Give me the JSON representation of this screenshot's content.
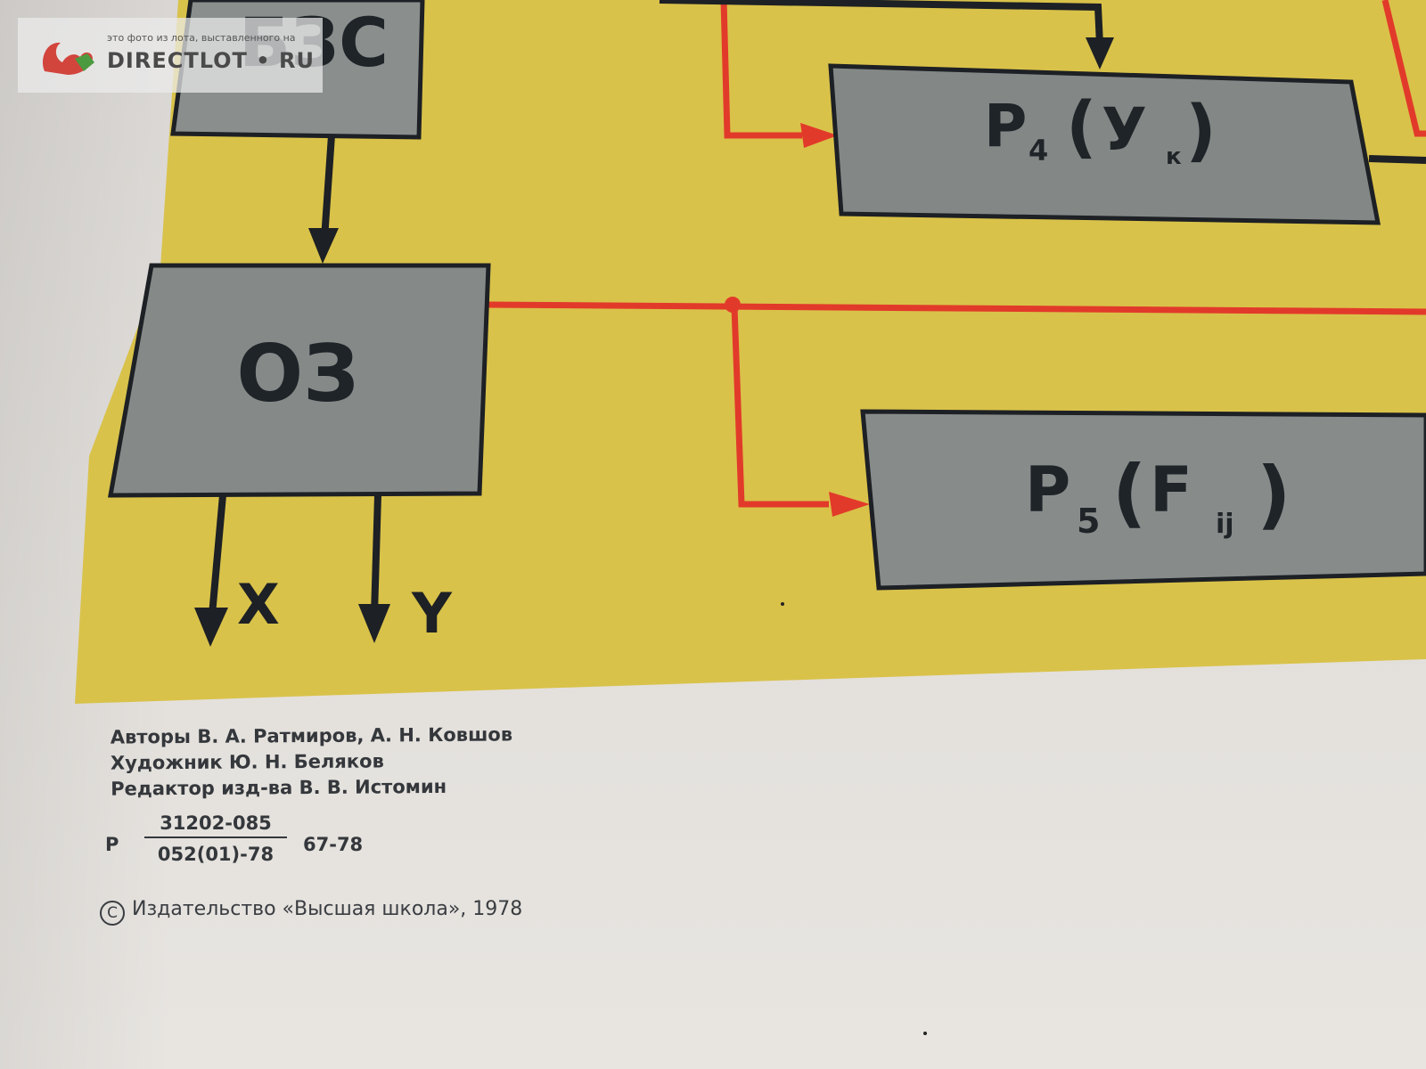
{
  "diagram": {
    "blocks": {
      "bzs": "БЗС",
      "oz": "ОЗ",
      "p4": {
        "letter": "P",
        "sub": "4",
        "arg": "У",
        "arg_sub": "к"
      },
      "p5": {
        "letter": "P",
        "sub": "5",
        "arg": "F",
        "arg_sub": "ij"
      }
    },
    "outputs": {
      "x": "X",
      "y": "Y"
    }
  },
  "credits": {
    "authors": "Авторы В. А. Ратмиров, А. Н. Ковшов",
    "artist": "Художник Ю. Н. Беляков",
    "editor": "Редактор изд-ва В. В. Истомин"
  },
  "catalog": {
    "prefix": "Р",
    "numerator": "31202-085",
    "denominator": "052(01)-78",
    "suffix": "67-78"
  },
  "copyright": {
    "symbol": "C",
    "text": "Издательство «Высшая школа», 1978"
  },
  "watermark": {
    "caption": "это фото из лота, выставленного на",
    "brand": "DIRECTLOT • RU"
  },
  "colors": {
    "poster_yellow": "#d9c24a",
    "block_gray": "#878c8b",
    "signal_red": "#e23a2a",
    "ink": "#1f2428"
  }
}
